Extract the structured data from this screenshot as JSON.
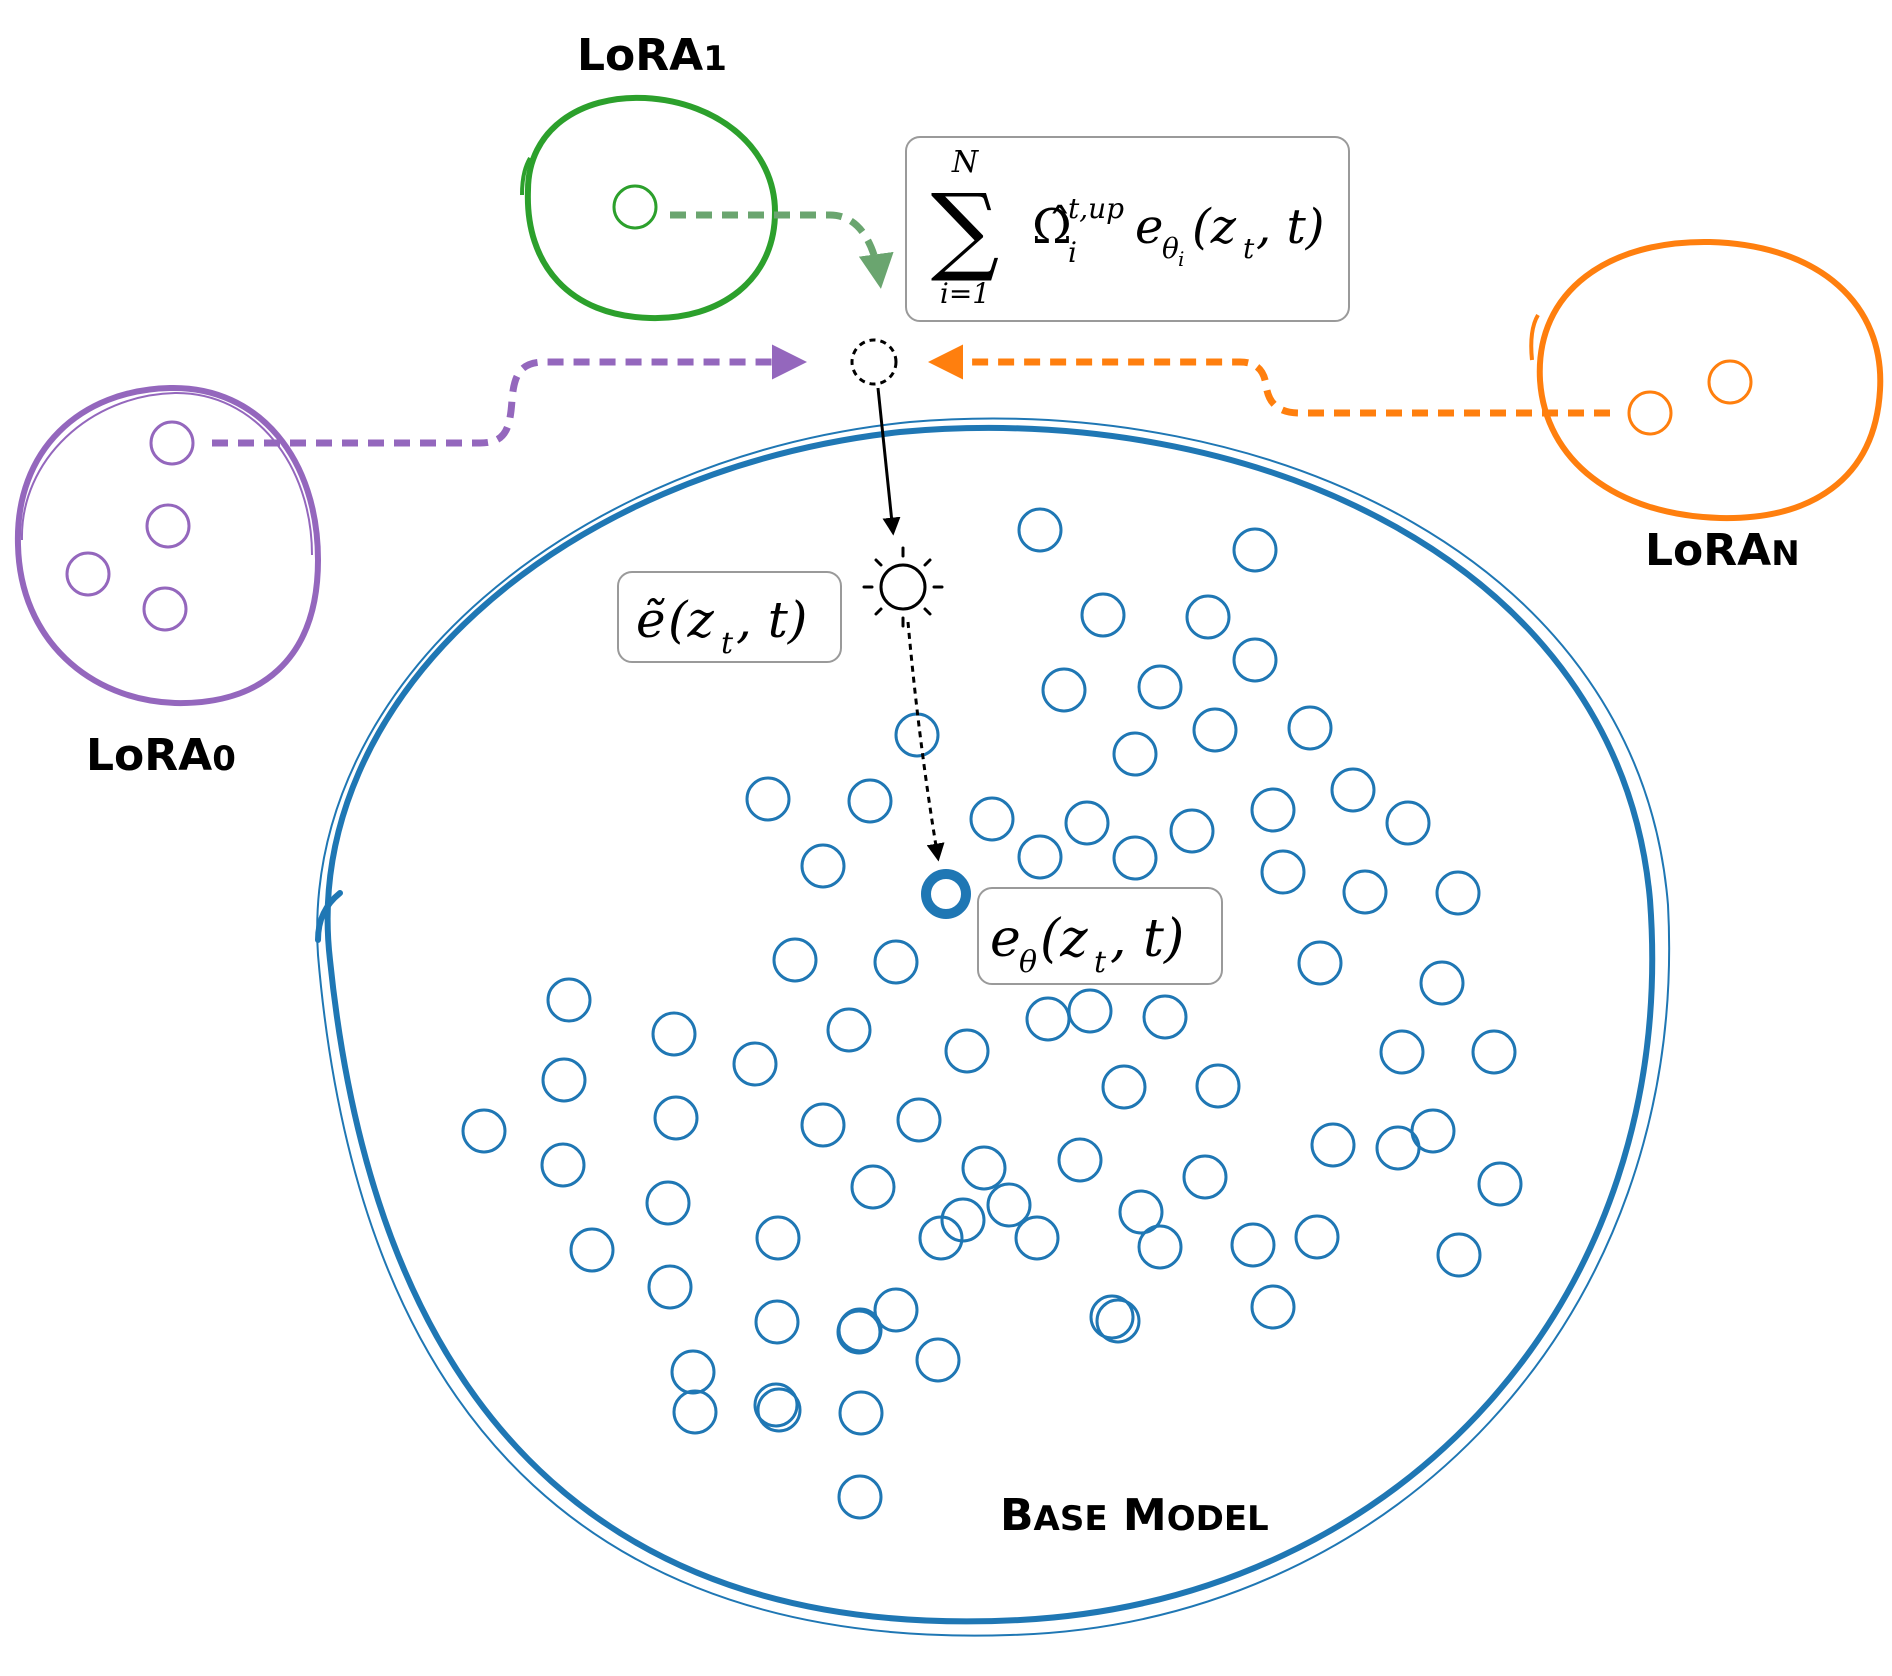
{
  "labels": {
    "lora1": {
      "main": "LoRA",
      "sub": "1"
    },
    "lora0": {
      "main": "LoRA",
      "sub": "0"
    },
    "loran": {
      "main": "LoRA",
      "sub": "N"
    },
    "base_model": {
      "first_initial": "B",
      "first_rest": "ASE",
      "second_initial": "M",
      "second_rest": "ODEL"
    }
  },
  "formulas": {
    "sum": {
      "upper_limit": "N",
      "sigma": "∑",
      "lower_limit": "i=1",
      "omega": "Ω̂",
      "omega_sup": "t,up",
      "omega_sub": "i",
      "e": "e",
      "e_sub": "θ",
      "e_sub_sub": "i",
      "args_open": "(z",
      "args_sub": "t",
      "args_close": ", t)"
    },
    "composed": {
      "e": "ẽ",
      "args_open": "(z",
      "args_sub": "t",
      "args_close": ", t)"
    },
    "base": {
      "e": "e",
      "e_sub": "θ",
      "args_open": "(z",
      "args_sub": "t",
      "args_close": ", t)"
    }
  },
  "colors": {
    "lora1": "#2ca02c",
    "lora1_arrow": "#6aa56f",
    "lora0": "#9467bd",
    "loran": "#ff7f0e",
    "base": "#1f77b4",
    "ink": "#000000",
    "box_border": "#9a9a9a"
  }
}
